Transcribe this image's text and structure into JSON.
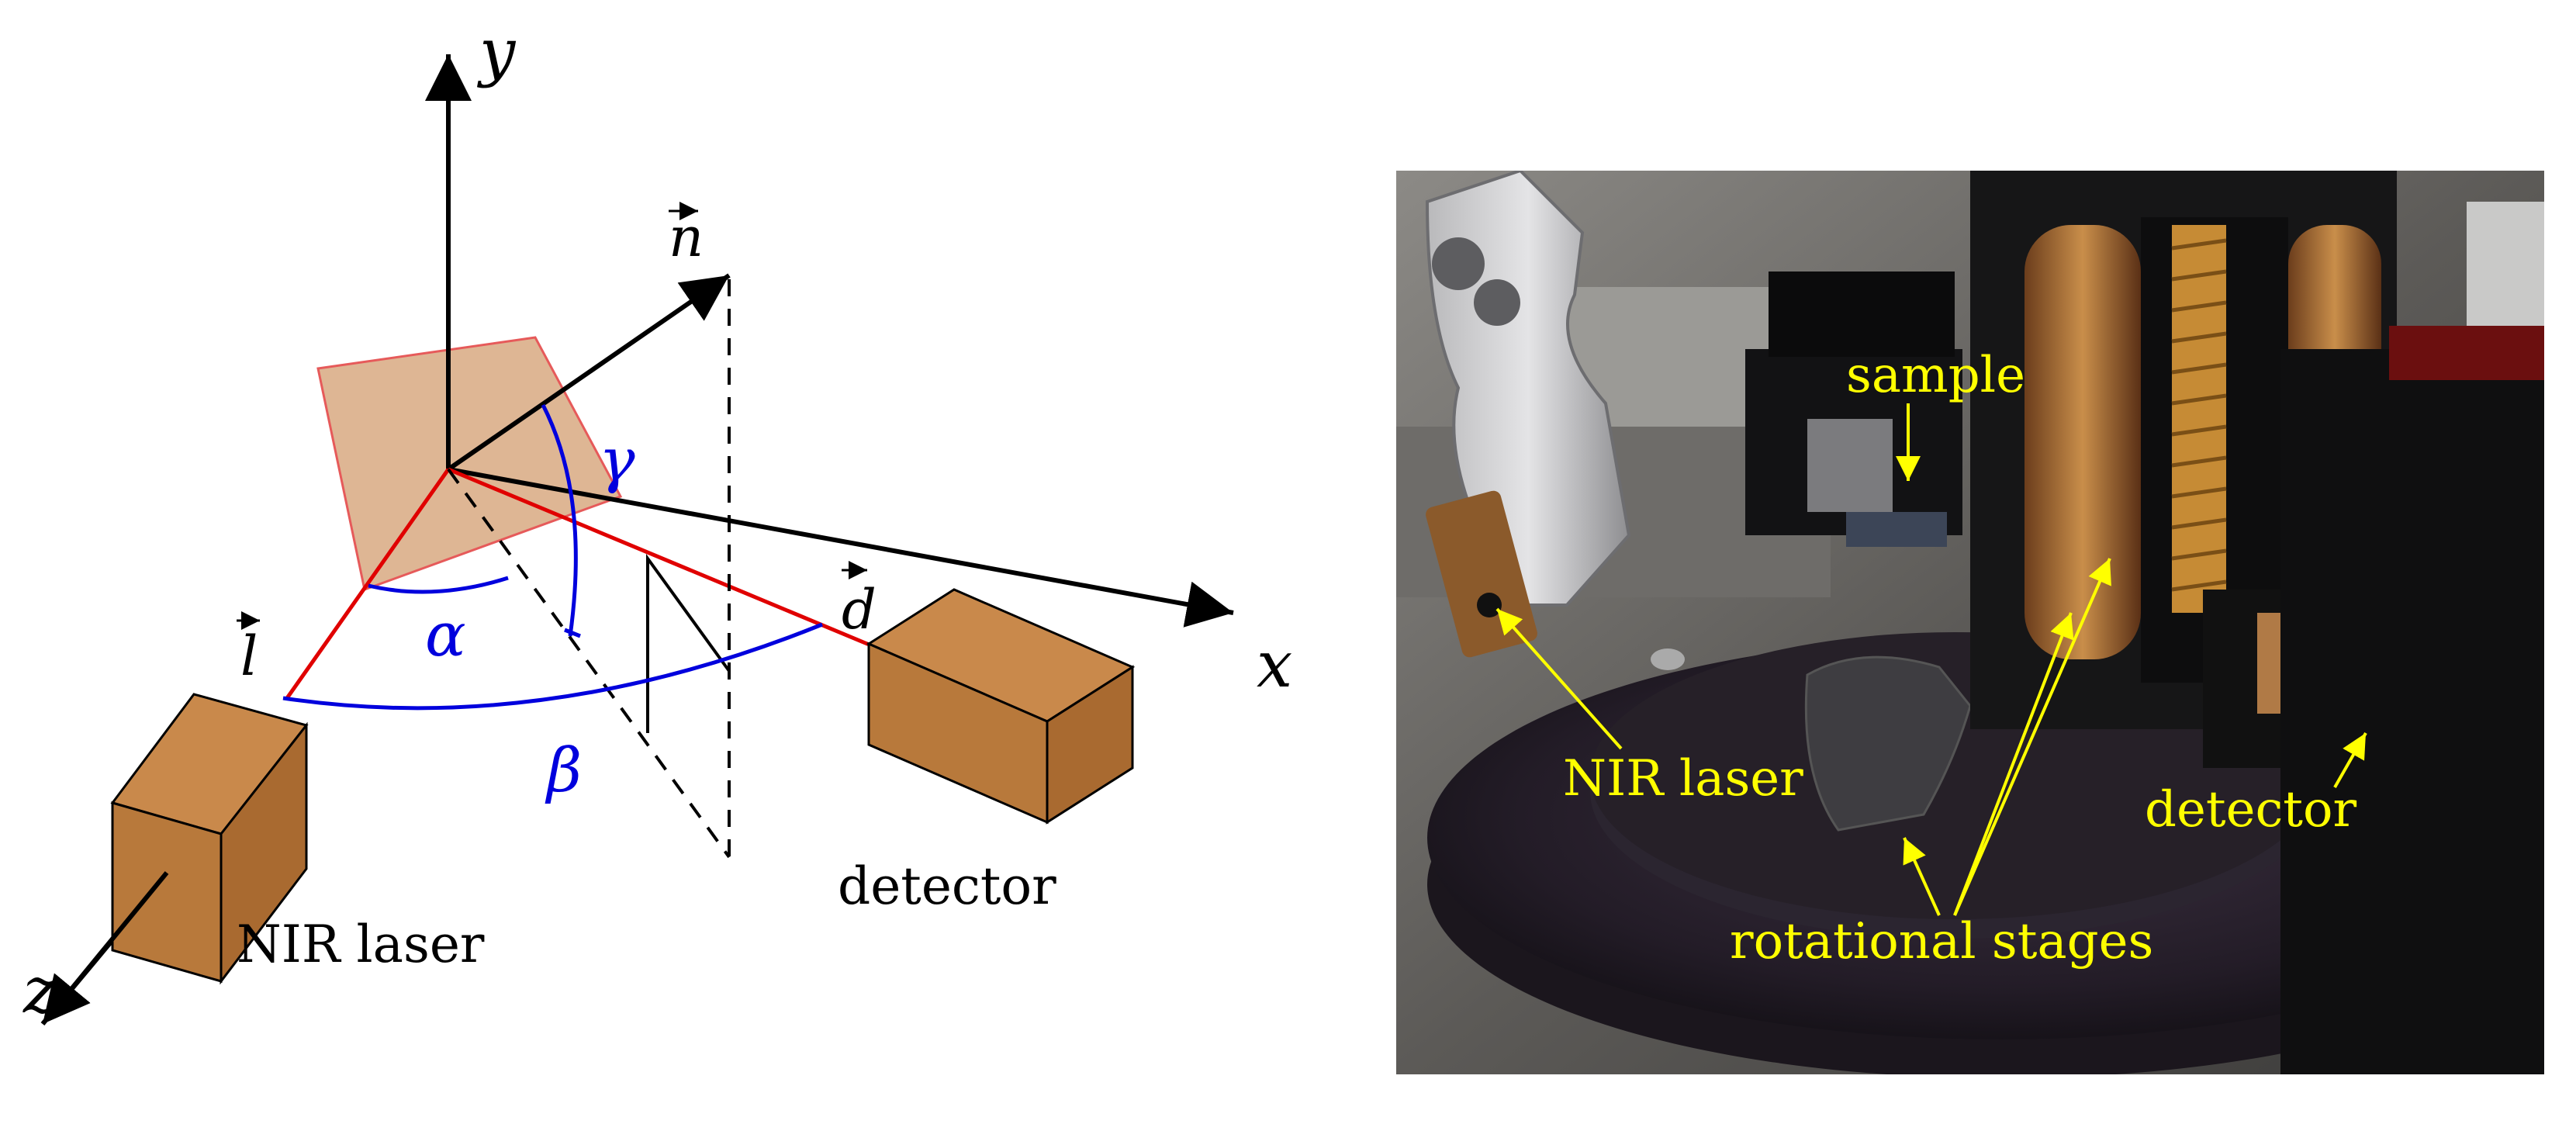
{
  "diagram": {
    "axis_x": "x",
    "axis_y": "y",
    "axis_z": "z",
    "vector_n": "n",
    "vector_d": "d",
    "vector_l": "l",
    "angle_alpha": "α",
    "angle_beta": "β",
    "angle_gamma": "γ",
    "laser_label": "NIR laser",
    "detector_label": "detector"
  },
  "photo": {
    "sample": "sample",
    "nir_laser": "NIR laser",
    "detector": "detector",
    "rotational_stages": "rotational stages"
  },
  "colors": {
    "box_fill": "#b8793b",
    "plane_fill": "#d8a981",
    "plane_stroke": "#e65a5a",
    "beam": "#e00000",
    "angle_arc": "#0000dd",
    "annotation": "#ffff00"
  }
}
